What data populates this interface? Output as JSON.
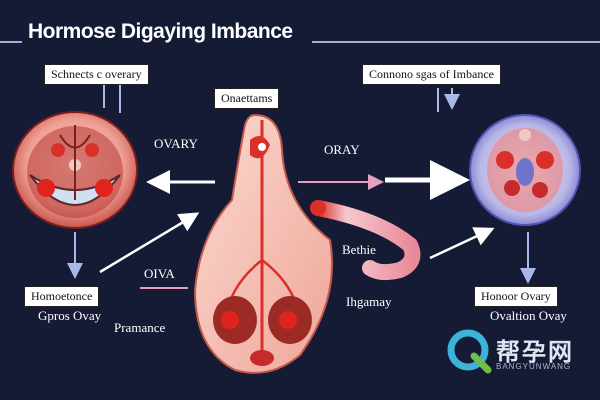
{
  "title": "Hormose Digaying Imbance",
  "labels": {
    "top_left": "Schnects c overary",
    "top_right": "Connono sgas of Imbance",
    "center_top": "Onaettams",
    "left_ovary": "OVARY",
    "right_ovary": "ORAY",
    "mid_ovia": "OIVA",
    "bethie": "Bethie",
    "ihgamay": "Ihgamay",
    "bottom_left_box": "Homoetonce",
    "bottom_left_1": "Gpros Ovay",
    "bottom_left_2": "Pramance",
    "bottom_right_box": "Honoor Ovary",
    "bottom_right_1": "Ovaltion Ovay"
  },
  "watermark": {
    "text": "帮孕网",
    "sub": "BANGYUNWANG"
  },
  "colors": {
    "background": "#151b35",
    "organ_pink": "#f3b7ad",
    "organ_red": "#d9302a",
    "right_disc": "#8a8fd6",
    "arrow_white": "#ffffff",
    "arrow_pink": "#e5a0c0"
  }
}
